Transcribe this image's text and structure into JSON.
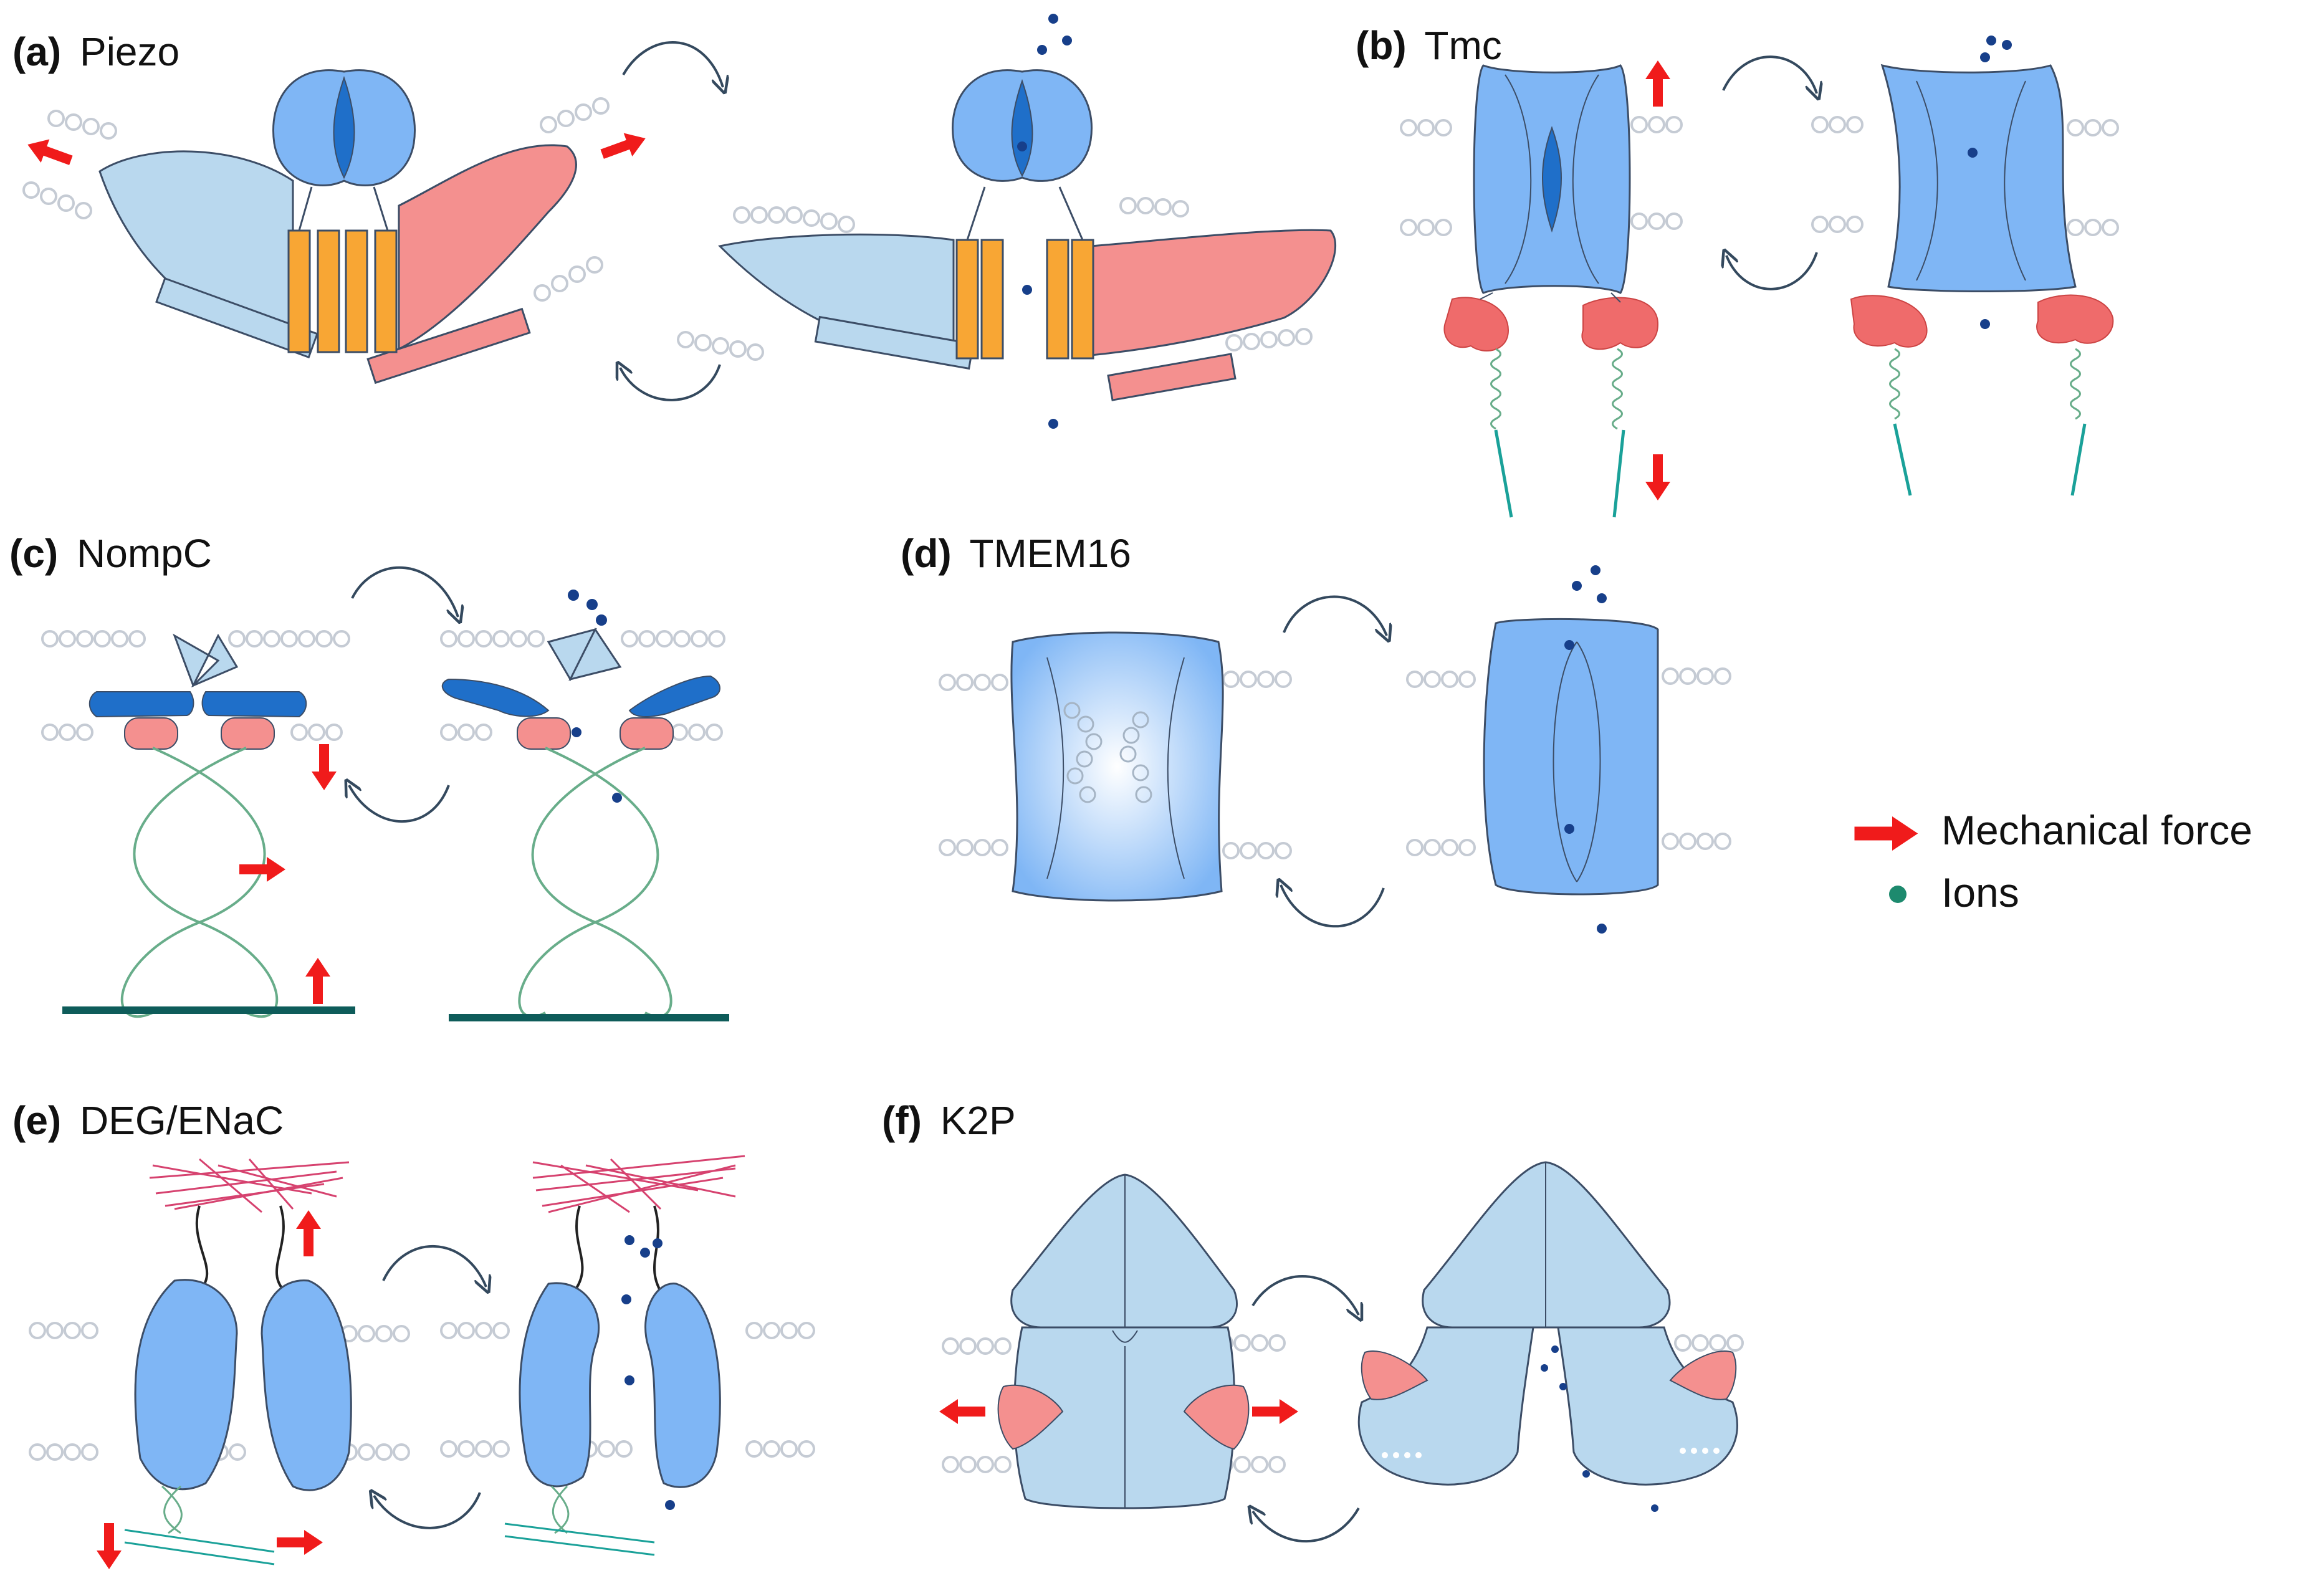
{
  "panels": [
    {
      "letter": "(a)",
      "name": "Piezo"
    },
    {
      "letter": "(b)",
      "name": "Tmc"
    },
    {
      "letter": "(c)",
      "name": "NompC"
    },
    {
      "letter": "(d)",
      "name": "TMEM16"
    },
    {
      "letter": "(e)",
      "name": "DEG/ENaC"
    },
    {
      "letter": "(f)",
      "name": "K2P"
    }
  ],
  "legend": {
    "force_label": "Mechanical force",
    "ions_label": "Ions"
  },
  "colors": {
    "channel_blue": "#7fb6f5",
    "channel_dark_blue": "#1f6fc9",
    "light_blue": "#b9d8ee",
    "pink": "#f4908f",
    "salmon": "#ef6b6b",
    "orange": "#f8a634",
    "force_red": "#f01b1b",
    "ion_dot": "#173f8a",
    "legend_ion": "#1d8a6e",
    "outline": "#3c4d66",
    "membrane_circle": "#c5cbd4",
    "helix_green": "#68ad8a",
    "anchor_teal": "#0e5c5a",
    "filament_pink": "#d6426f"
  }
}
